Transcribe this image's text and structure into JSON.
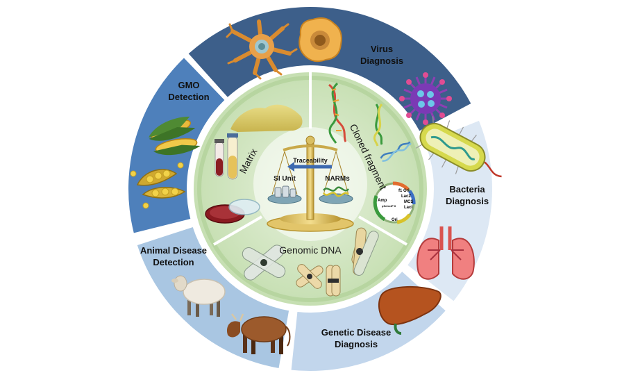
{
  "outer_segments": [
    {
      "key": "virus",
      "lines": [
        "Virus",
        "Diagnosis"
      ]
    },
    {
      "key": "bacteria",
      "lines": [
        "Bacteria",
        "Diagnosis"
      ]
    },
    {
      "key": "genetic",
      "lines": [
        "Genetic Disease",
        "Diagnosis"
      ]
    },
    {
      "key": "animal",
      "lines": [
        "Animal Disease",
        "Detection"
      ]
    },
    {
      "key": "gmo",
      "lines": [
        "GMO",
        "Detection"
      ]
    }
  ],
  "inner_segments": {
    "matrix": "Matrix",
    "cloned": "Cloned fragment",
    "genomic": "Genomic DNA"
  },
  "center": {
    "traceability": "Traceability",
    "left_pan": "SI Unit",
    "right_pan": "NARMs"
  },
  "plasmid_labels": [
    "f1 Ori",
    "LacZ",
    "MCS",
    "LacI",
    "Ori",
    "Amp",
    "pSelectP II"
  ],
  "colors": {
    "virus": "#3d5f8a",
    "bacteria": "#dde8f4",
    "genetic": "#c2d6ec",
    "animal": "#a9c6e2",
    "gmo": "#4e80bb",
    "inner": "#cfe4bd",
    "inner_ring": "#b9d6a3"
  },
  "icons": [
    "neuron-cell-icon",
    "macrophage-cell-icon",
    "virus-particle-icon",
    "bacterium-icon",
    "lungs-icon",
    "liver-icon",
    "sheep-icon",
    "cow-icon",
    "corn-cob-icon",
    "soybean-pod-icon",
    "powder-pile-icon",
    "test-tube-icon",
    "petri-dish-icon",
    "dna-helix-icon",
    "plasmid-icon",
    "chromosome-icon",
    "balance-scale-icon"
  ]
}
